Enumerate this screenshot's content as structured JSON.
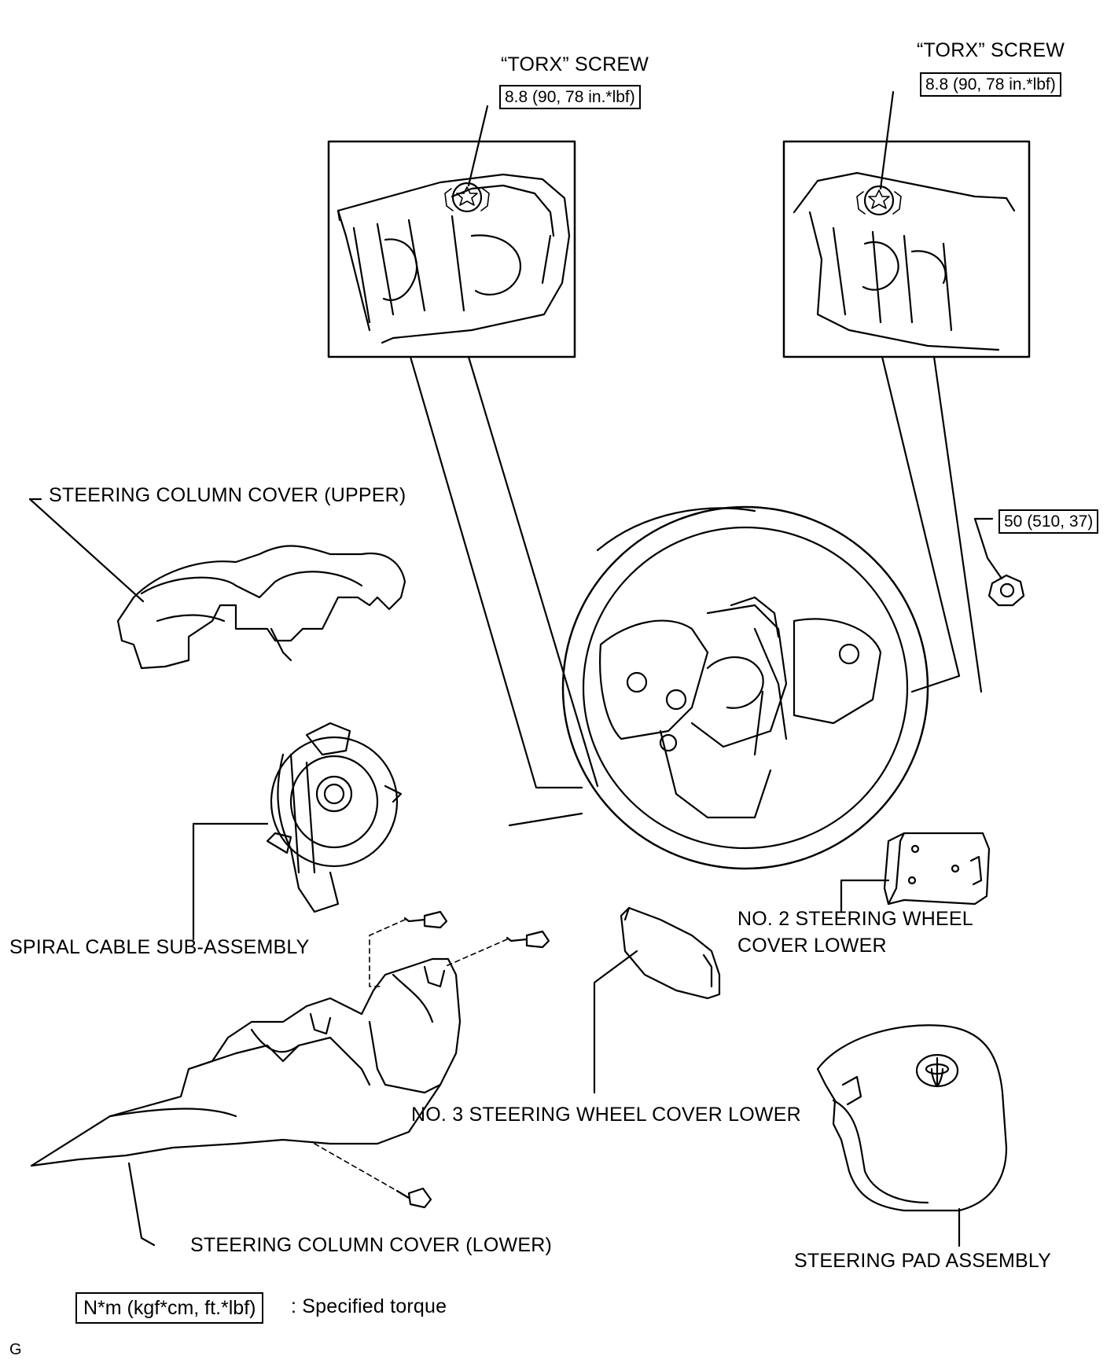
{
  "callouts": {
    "torx_screw_left": "“TORX” SCREW",
    "torx_screw_right": "“TORX” SCREW",
    "torque_left": "8.8 (90, 78 in.*lbf)",
    "torque_right": "8.8 (90, 78 in.*lbf)",
    "torque_nut": "50 (510, 37)",
    "steering_column_cover_upper": "STEERING COLUMN COVER (UPPER)",
    "spiral_cable": "SPIRAL CABLE SUB-ASSEMBLY",
    "no2_cover_line1": "NO. 2 STEERING WHEEL",
    "no2_cover_line2": "COVER LOWER",
    "no3_cover": "NO. 3 STEERING WHEEL COVER LOWER",
    "steering_column_cover_lower": "STEERING COLUMN COVER (LOWER)",
    "steering_pad": "STEERING PAD ASSEMBLY"
  },
  "legend": {
    "unit_box": "N*m (kgf*cm, ft.*lbf)",
    "description": ": Specified torque"
  },
  "figure_code": "G"
}
